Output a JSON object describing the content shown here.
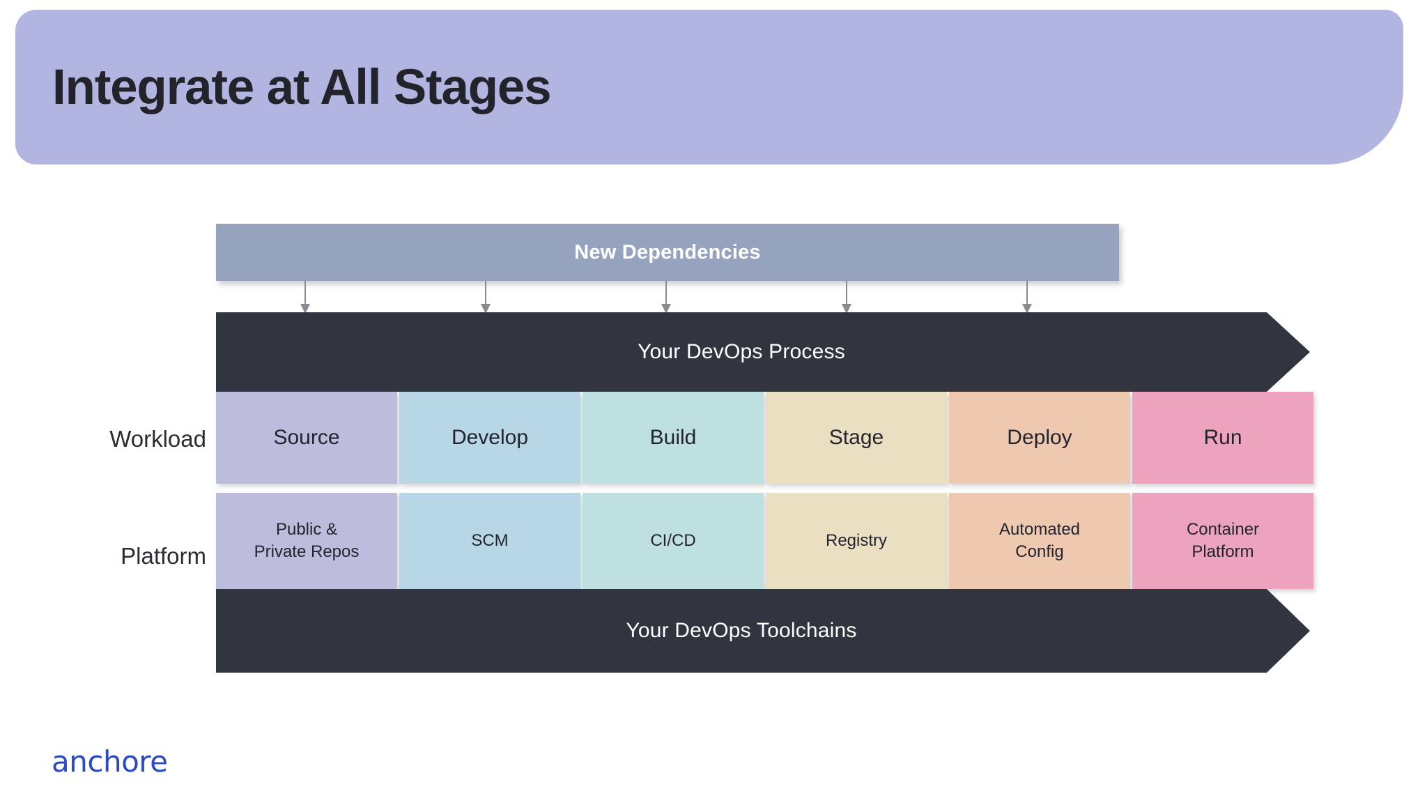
{
  "slide": {
    "title": "Integrate at All Stages",
    "banner_color": "#b2b5e0",
    "background_color": "#ffffff"
  },
  "diagram": {
    "dependencies_bar": {
      "label": "New Dependencies",
      "color": "#96a3be",
      "text_color": "#ffffff"
    },
    "arrow_count": 5,
    "process_bar": {
      "label": "Your DevOps Process",
      "color": "#31353f",
      "text_color": "#ffffff"
    },
    "toolchains_bar": {
      "label": "Your DevOps Toolchains",
      "color": "#31353f",
      "text_color": "#ffffff"
    },
    "rows": [
      {
        "label": "Workload",
        "cells": [
          {
            "label": "Source",
            "color": "#bcbcdc"
          },
          {
            "label": "Develop",
            "color": "#b7d6e6"
          },
          {
            "label": "Build",
            "color": "#bfe0e0"
          },
          {
            "label": "Stage",
            "color": "#ebdfc2"
          },
          {
            "label": "Deploy",
            "color": "#efc8b0"
          },
          {
            "label": "Run",
            "color": "#eda3bd"
          }
        ]
      },
      {
        "label": "Platform",
        "cells": [
          {
            "line1": "Public &",
            "line2": "Private Repos",
            "color": "#bcbcdc"
          },
          {
            "line1": "SCM",
            "line2": "",
            "color": "#b7d6e6"
          },
          {
            "line1": "CI/CD",
            "line2": "",
            "color": "#bfe0e0"
          },
          {
            "line1": "Registry",
            "line2": "",
            "color": "#ebdfc2"
          },
          {
            "line1": "Automated",
            "line2": "Config",
            "color": "#efc8b0"
          },
          {
            "line1": "Container",
            "line2": "Platform",
            "color": "#eda3bd"
          }
        ]
      }
    ]
  },
  "footer": {
    "logo_text": "anchore",
    "logo_color": "#2b49c0"
  }
}
